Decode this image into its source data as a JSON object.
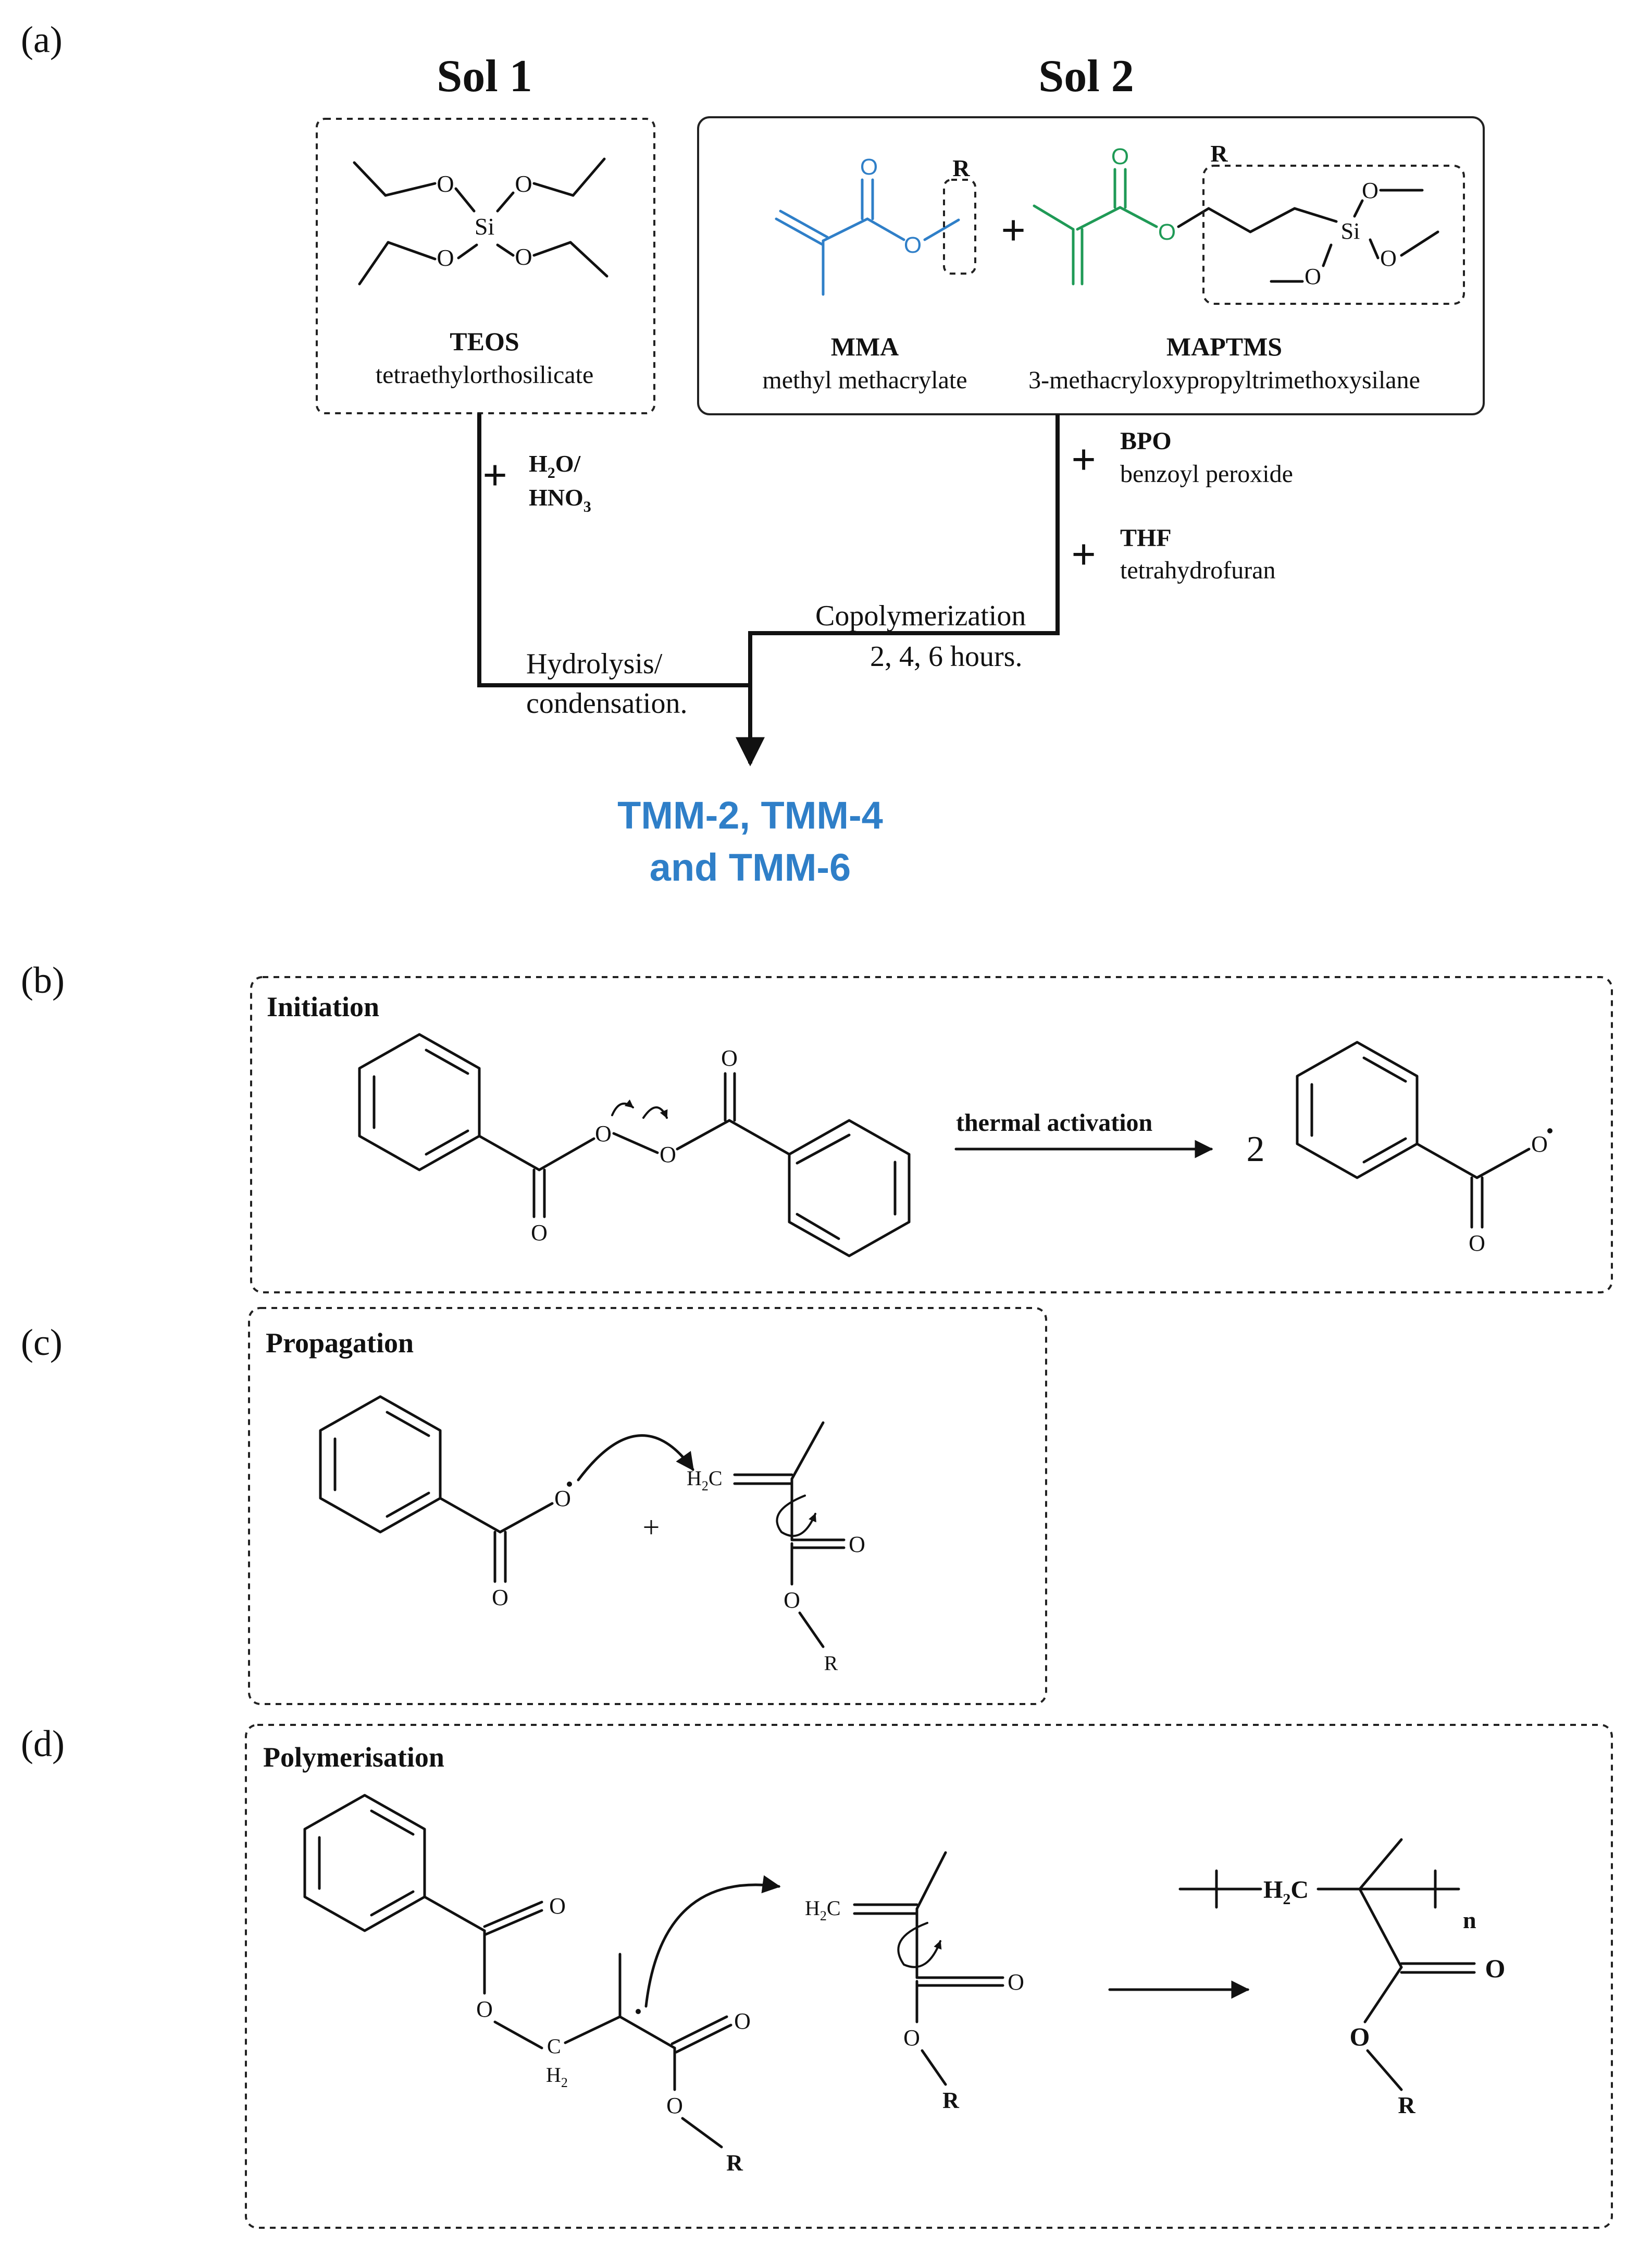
{
  "panels": {
    "a": "(a)",
    "b": "(b)",
    "c": "(c)",
    "d": "(d)"
  },
  "sol1": {
    "title": "Sol 1",
    "atoms": {
      "o": "O",
      "si": "Si"
    },
    "name": "TEOS",
    "full_name": "tetraethylorthosilicate",
    "reagent_plus": "+",
    "reagent_line1": "H",
    "reagent_line1_sub": "2",
    "reagent_line1_end": "O/",
    "reagent_line2": "HNO",
    "reagent_line2_sub": "3",
    "step_line1": "Hydrolysis/",
    "step_line2": "condensation."
  },
  "sol2": {
    "title": "Sol 2",
    "atoms": {
      "o": "O",
      "si": "Si",
      "r": "R"
    },
    "plus": "+",
    "mma_name": "MMA",
    "mma_full": "methyl methacrylate",
    "maptms_name": "MAPTMS",
    "maptms_full": "3-methacryloxypropyltrimethoxysilane",
    "bpo_plus": "+",
    "bpo_name": "BPO",
    "bpo_full": "benzoyl peroxide",
    "thf_plus": "+",
    "thf_name": "THF",
    "thf_full": "tetrahydrofuran",
    "step_line1": "Copolymerization",
    "step_line2": "2, 4, 6 hours."
  },
  "product": {
    "line1": "TMM-2, TMM-4",
    "line2": "and TMM-6",
    "color": "#2f7fc8"
  },
  "colors": {
    "mma": "#2f7fc8",
    "maptms": "#1f9a56"
  },
  "initiation": {
    "title": "Initiation",
    "arrow_label": "thermal activation",
    "coefficient": "2",
    "atoms": {
      "o": "O"
    }
  },
  "propagation": {
    "title": "Propagation",
    "plus": "+",
    "h2c": "H",
    "h2c_sub": "2",
    "h2c_end": "C",
    "atoms": {
      "o": "O",
      "r": "R"
    }
  },
  "polymerisation": {
    "title": "Polymerisation",
    "h2c": "H",
    "h2c_sub": "2",
    "h2c_end": "C",
    "ch2_c": "C",
    "ch2_h": "H",
    "ch2_sub": "2",
    "repeat_n": "n",
    "atoms": {
      "o": "O",
      "r": "R"
    }
  }
}
